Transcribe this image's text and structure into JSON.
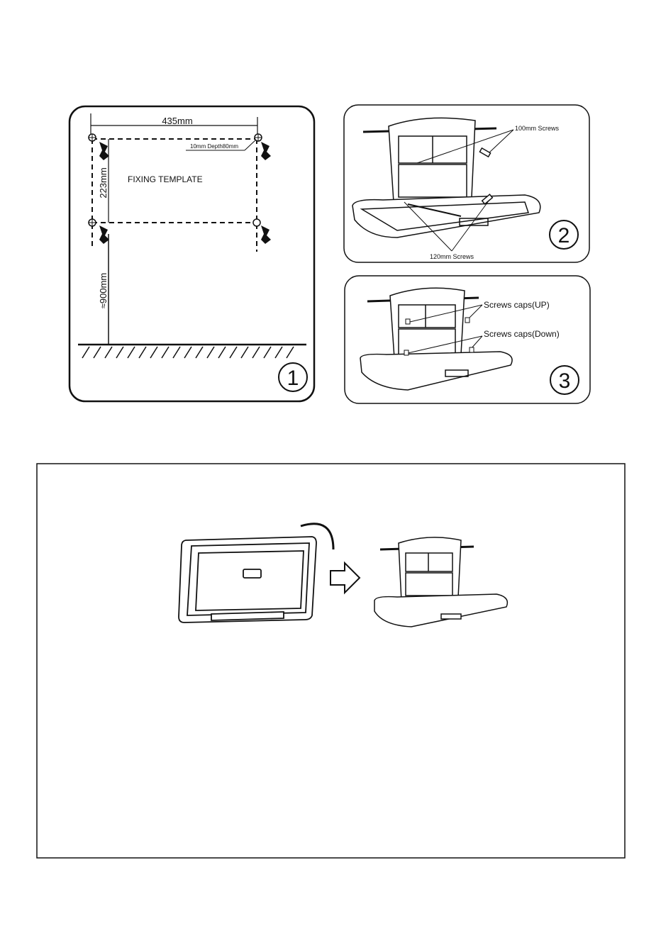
{
  "step1": {
    "width_dim": "435mm",
    "height_dim": "223mm",
    "floor_dim": "≈900mm",
    "depth_note": "10mm Depth80mm",
    "template_label": "FIXING TEMPLATE",
    "step_number": "1"
  },
  "step2": {
    "screws_top": "100mm Screws",
    "screws_bottom": "120mm Screws",
    "step_number": "2"
  },
  "step3": {
    "caps_up": "Screws caps(UP)",
    "caps_down": "Screws caps(Down)",
    "step_number": "3"
  }
}
